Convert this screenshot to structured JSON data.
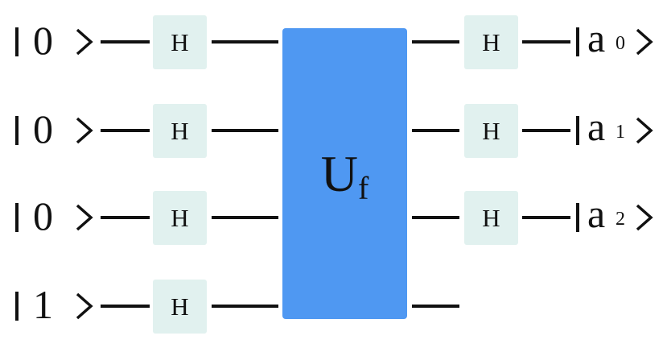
{
  "inputs": [
    {
      "state": "0"
    },
    {
      "state": "0"
    },
    {
      "state": "0"
    },
    {
      "state": "1"
    }
  ],
  "gate_label": "H",
  "oracle": {
    "main": "U",
    "sub": "f",
    "color": "#4f98f2"
  },
  "outputs": [
    {
      "symbol": "a",
      "sub": "0"
    },
    {
      "symbol": "a",
      "sub": "1"
    },
    {
      "symbol": "a",
      "sub": "2"
    }
  ]
}
